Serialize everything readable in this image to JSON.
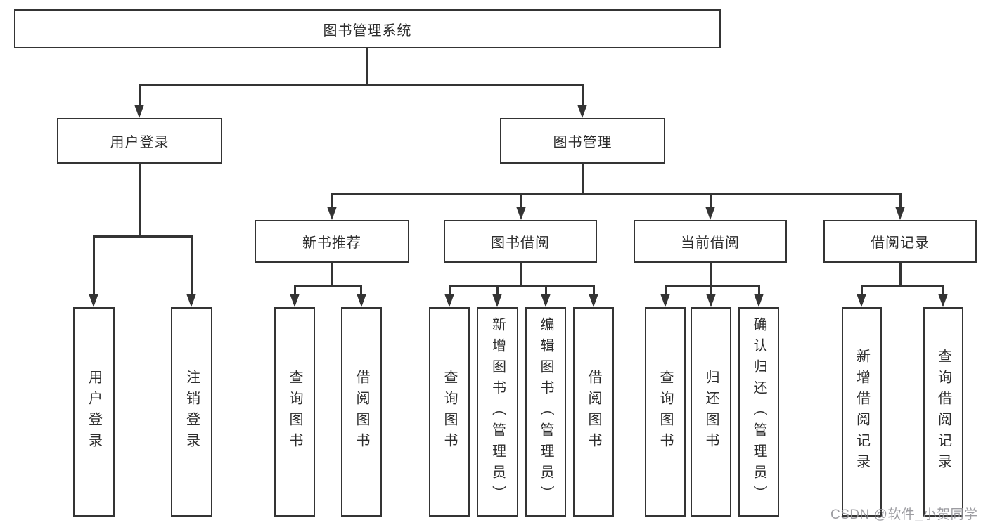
{
  "tree": {
    "root": "图书管理系统",
    "branches": [
      {
        "label": "用户登录",
        "children": [
          "用户登录",
          "注销登录"
        ]
      },
      {
        "label": "图书管理",
        "groups": [
          {
            "label": "新书推荐",
            "children": [
              "查询图书",
              "借阅图书"
            ]
          },
          {
            "label": "图书借阅",
            "children": [
              "查询图书",
              "新增图书（管理员）",
              "编辑图书（管理员）",
              "借阅图书"
            ]
          },
          {
            "label": "当前借阅",
            "children": [
              "查询图书",
              "归还图书",
              "确认归还（管理员）"
            ]
          },
          {
            "label": "借阅记录",
            "children": [
              "新增借阅记录",
              "查询借阅记录"
            ]
          }
        ]
      }
    ]
  },
  "watermark": "CSDN @软件_小贺同学",
  "colors": {
    "line": "#343434",
    "box_background": "#ffffff",
    "text": "#2d2d2d",
    "watermark": "#949499"
  }
}
